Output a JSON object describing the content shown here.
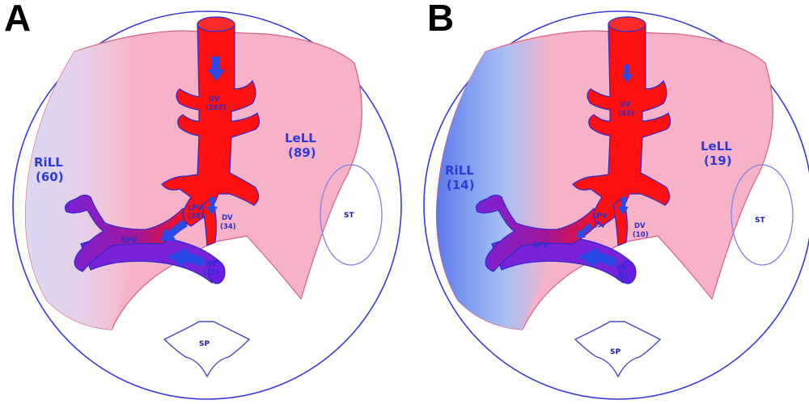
{
  "panels": [
    {
      "letter": "A",
      "ril_label": "RiLL",
      "ril_value": "(60)",
      "lel_label": "LeLL",
      "lel_value": "(89)",
      "uv_label": "UV",
      "uv_value": "(167)",
      "lpv_label": "LPV",
      "lpv_value": "(38)",
      "dv_label": "DV",
      "dv_value": "(34)",
      "rpv_label": "RPV",
      "pv_label": "PV",
      "pv_value": "(72)",
      "st_label": "ST",
      "sp_label": "SP"
    },
    {
      "letter": "B",
      "ril_label": "RiLL",
      "ril_value": "(14)",
      "lel_label": "LeLL",
      "lel_value": "(19)",
      "uv_label": "UV",
      "uv_value": "(43)",
      "lpv_label": "LPV",
      "lpv_value": "(5)",
      "dv_label": "DV",
      "dv_value": "(10)",
      "rpv_label": "RPV",
      "pv_label": "PV",
      "pv_value": "(7)",
      "st_label": "ST",
      "sp_label": "SP"
    }
  ],
  "colors": {
    "circle_outline": "#3a3ad8",
    "liver_pink": "#f7b2c8",
    "liver_outline": "#d96080",
    "vessel_red": "#ff1010",
    "vessel_outline": "#2a2ad0",
    "portal_purple": "#7a22d8",
    "arrow_blue": "#2a4ae8"
  }
}
